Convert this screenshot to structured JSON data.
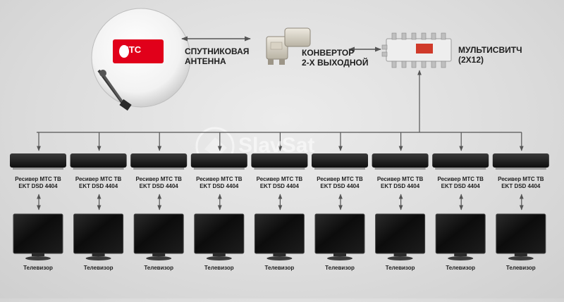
{
  "diagram": {
    "antenna_label": "СПУТНИКОВАЯ\nАНТЕННА",
    "antenna_brand": "МТС",
    "converter_label": "КОНВЕРТОР\n2-Х ВЫХОДНОЙ",
    "multiswitch_label": "МУЛЬТИСВИТЧ\n(2X12)",
    "watermark": "SlavSat",
    "receivers": [
      {
        "line1": "Ресивер МТС ТВ",
        "line2": "EKT DSD 4404"
      },
      {
        "line1": "Ресивер МТС ТВ",
        "line2": "EKT DSD 4404"
      },
      {
        "line1": "Ресивер МТС ТВ",
        "line2": "EKT DSD 4404"
      },
      {
        "line1": "Ресивер МТС ТВ",
        "line2": "EKT DSD 4404"
      },
      {
        "line1": "Ресивер МТС ТВ",
        "line2": "EKT DSD 4404"
      },
      {
        "line1": "Ресивер МТС ТВ",
        "line2": "EKT DSD 4404"
      },
      {
        "line1": "Ресивер МТС ТВ",
        "line2": "EKT DSD 4404"
      },
      {
        "line1": "Ресивер МТС ТВ",
        "line2": "EKT DSD 4404"
      },
      {
        "line1": "Ресивер МТС ТВ",
        "line2": "EKT DSD 4404"
      }
    ],
    "tv_label": "Телевизор",
    "colors": {
      "brand_red": "#e1001a",
      "line": "#6a6a6a",
      "device_dark": "#1b1b1b"
    }
  }
}
